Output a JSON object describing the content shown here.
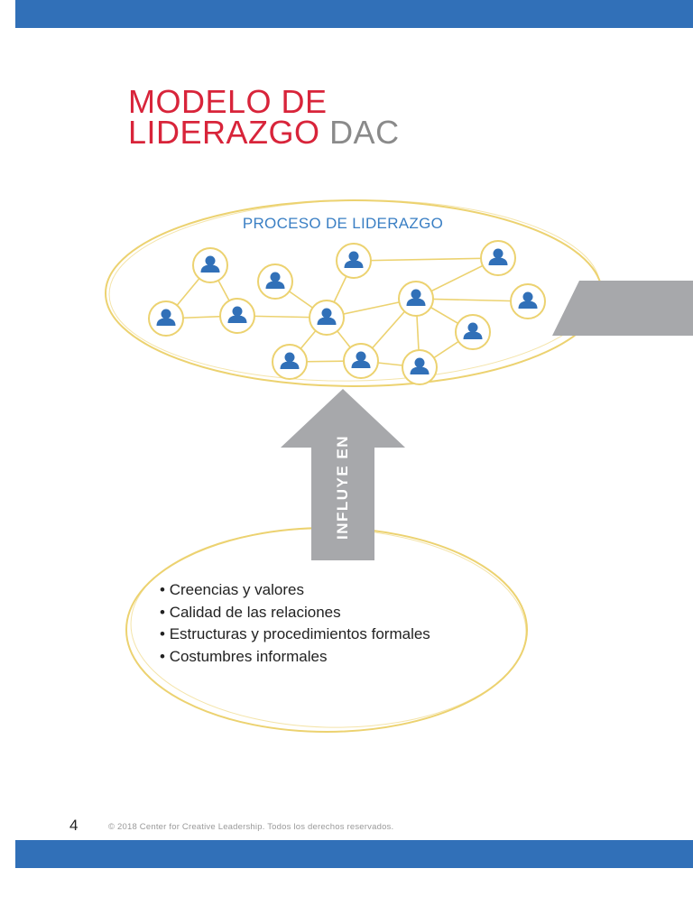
{
  "title": {
    "line1": "MODELO DE",
    "line2_red": "LIDERAZGO",
    "line2_gray": "DAC"
  },
  "diagram": {
    "process_label": "PROCESO DE LIDERAZGO",
    "arrow_label": "INFLUYE EN",
    "person_icon": "person-icon",
    "culture_items": [
      "Creencias y valores",
      "Calidad de las relaciones",
      "Estructuras y procedimientos formales",
      "Costumbres informales"
    ],
    "colors": {
      "node_blue": "#3170b8",
      "ring_yellow": "#ecd270",
      "arrow_gray": "#a7a8ab",
      "title_red": "#d8243a"
    }
  },
  "footer": {
    "page_number": "4",
    "copyright": "© 2018 Center for Creative Leadership. Todos los derechos reservados."
  }
}
